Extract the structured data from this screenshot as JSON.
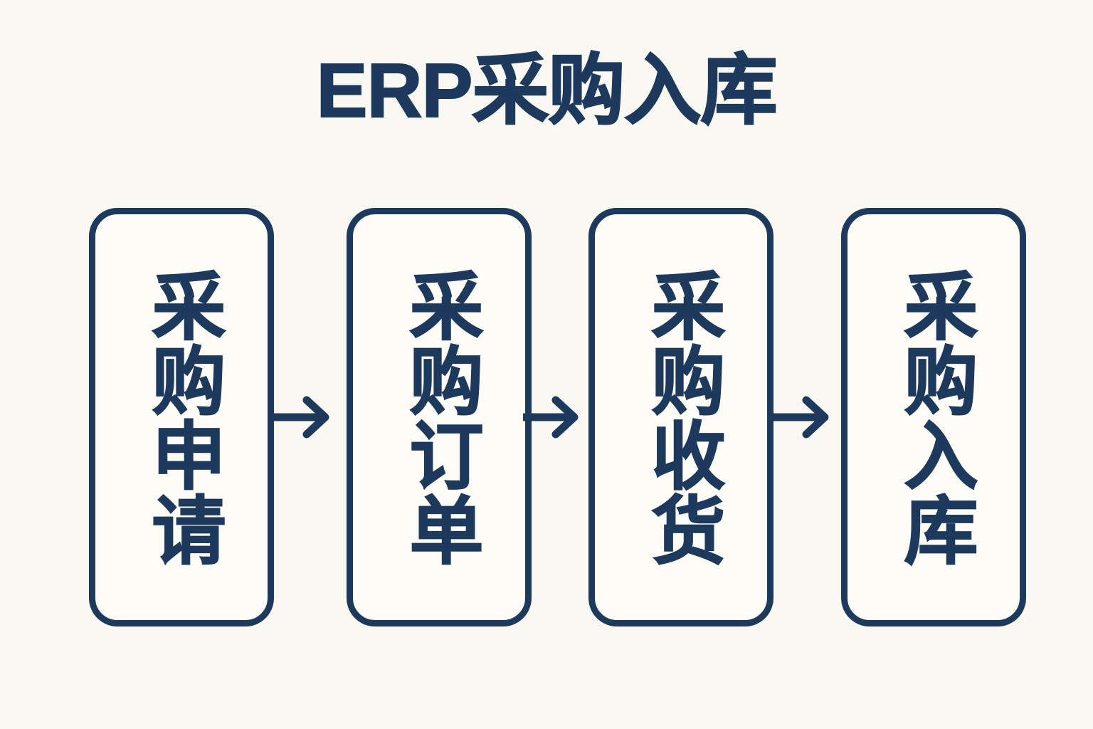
{
  "page": {
    "background_color": "#faf8f2",
    "accent_color": "#1d3a5c",
    "node_fill_color": "#fdfcf7"
  },
  "header": {
    "title": "ERP采购入库"
  },
  "flow": {
    "orientation": "horizontal",
    "connector_icon": "arrow-right-icon",
    "nodes": [
      {
        "id": "purchase-requisition",
        "label": "采购申请",
        "order": 1
      },
      {
        "id": "purchase-order",
        "label": "采购订单",
        "order": 2
      },
      {
        "id": "purchase-receipt",
        "label": "采购收货",
        "order": 3
      },
      {
        "id": "purchase-inbound",
        "label": "采购入库",
        "order": 4
      }
    ],
    "connectors": [
      {
        "from": "purchase-requisition",
        "to": "purchase-order"
      },
      {
        "from": "purchase-order",
        "to": "purchase-receipt"
      },
      {
        "from": "purchase-receipt",
        "to": "purchase-inbound"
      }
    ]
  }
}
